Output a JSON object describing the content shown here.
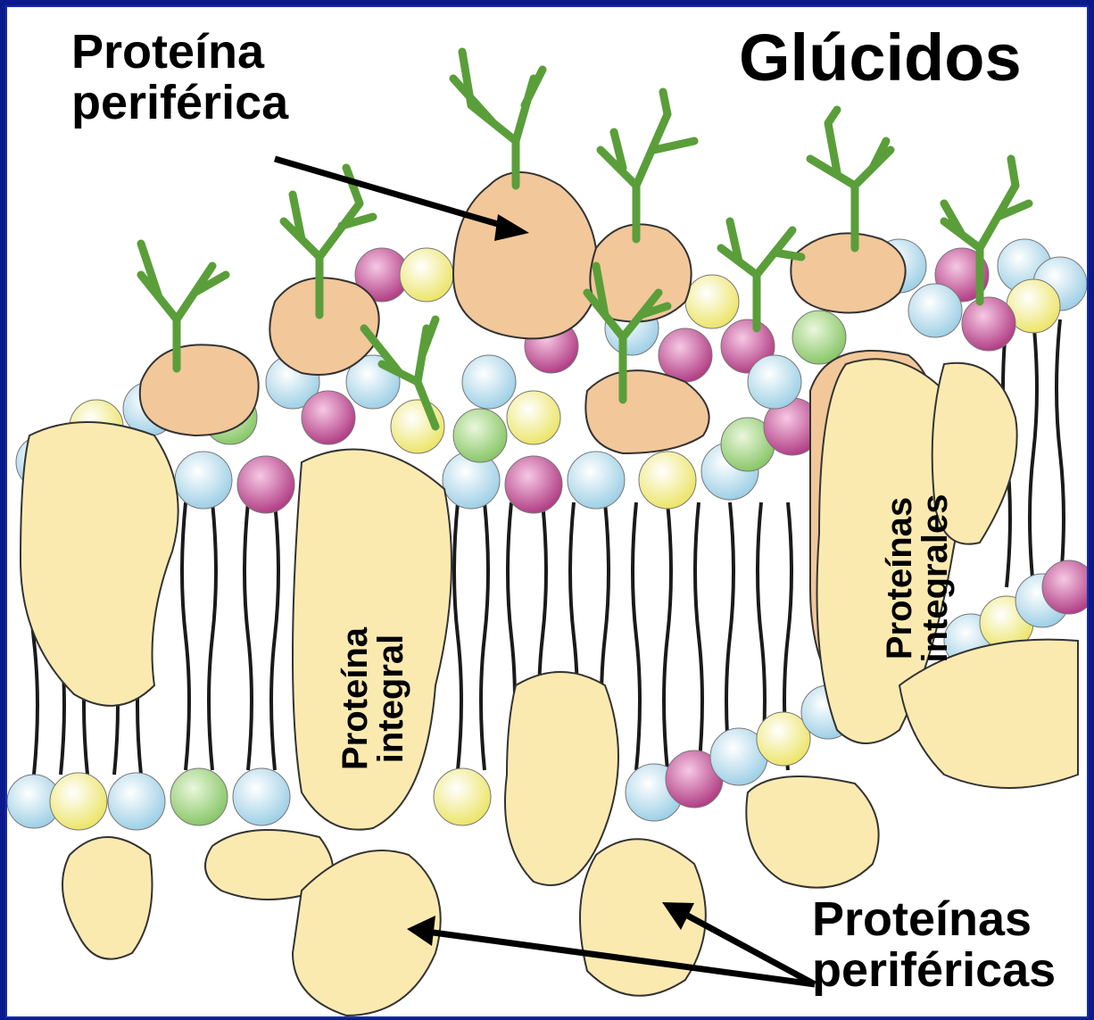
{
  "labels": {
    "glucidos": "Glúcidos",
    "proteina_periferica_line1": "Proteína",
    "proteina_periferica_line2": "periférica",
    "proteina_integral_line1": "Proteína",
    "proteina_integral_line2": "integral",
    "proteinas_integrales_line1": "Proteínas",
    "proteinas_integrales_line2": "integrales",
    "proteinas_perifericas_line1": "Proteínas",
    "proteinas_perifericas_line2": "periféricas"
  },
  "colors": {
    "background_border": "#0a1a8c",
    "glucido_green": "#5a9e3a",
    "peripheral_protein": "#f2c79a",
    "integral_protein": "#fbeab0",
    "head_blue": "#bfe3f0",
    "head_pink": "#c9599a",
    "head_yellow": "#f5ef8f",
    "head_green": "#a9d98a",
    "tail": "#1a1a1a"
  }
}
